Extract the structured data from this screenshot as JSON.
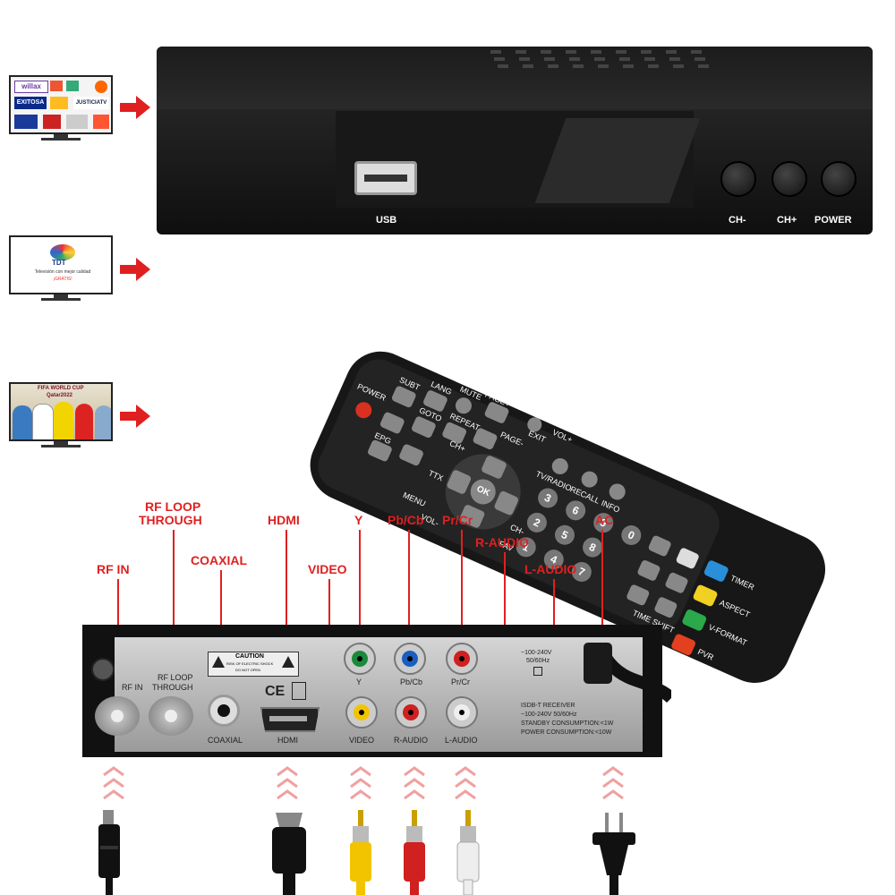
{
  "front": {
    "usb_label": "USB",
    "btn_ch_minus": "CH-",
    "btn_ch_plus": "CH+",
    "btn_power": "POWER"
  },
  "thumbnails": {
    "tv1_brand": "willax",
    "tv1_brand2": "EXITOSA",
    "tv1_brand3": "JUSTICIATV",
    "tv2_logo": "TDT",
    "tv2_text": "Televisión con mejor calidad",
    "tv2_text2": "¡GRATIS!",
    "tv3_text": "FIFA WORLD CUP",
    "tv3_text2": "Qatar2022"
  },
  "remote": {
    "power": "POWER",
    "subt": "SUBT",
    "lang": "LANG",
    "mute": "MUTE",
    "page_plus": "PAGE+",
    "epg": "EPG",
    "goto": "GOTO",
    "repeat": "REPEAT",
    "page_minus": "PAGE-",
    "exit": "EXIT",
    "vol_plus": "VOL+",
    "ch_plus": "CH+",
    "ok": "OK",
    "tvradio": "TV/RADIO",
    "recall": "RECALL",
    "info": "INFO",
    "ttx": "TTX",
    "menu": "MENU",
    "ch_minus": "CH-",
    "vol_minus": "VOL-",
    "fav": "FAV",
    "timer": "TIMER",
    "aspect": "ASPECT",
    "v_format": "V-FORMAT",
    "time_shift": "TIME SHIFT",
    "pvr": "PVR",
    "digits": [
      "1",
      "2",
      "3",
      "4",
      "5",
      "6",
      "7",
      "8",
      "9",
      "0"
    ]
  },
  "callouts": {
    "rf_in": "RF IN",
    "rf_loop_1": "RF LOOP",
    "rf_loop_2": "THROUGH",
    "coaxial": "COAXIAL",
    "hdmi": "HDMI",
    "video": "VIDEO",
    "y": "Y",
    "pb_cb": "Pb/Cb",
    "pr_cr": "Pr/Cr",
    "r_audio": "R-AUDIO",
    "l_audio": "L-AUDIO",
    "ac": "AC"
  },
  "back_panel": {
    "rf_in": "RF IN",
    "rf_loop_1": "RF LOOP",
    "rf_loop_2": "THROUGH",
    "coaxial": "COAXIAL",
    "caution_title": "CAUTION",
    "caution_line1": "RISK OF ELECTRIC SHOCK",
    "caution_line2": "DO NOT OPEN",
    "ce": "CE",
    "hdmi": "HDMI",
    "y": "Y",
    "pb_cb": "Pb/Cb",
    "pr_cr": "Pr/Cr",
    "video": "VIDEO",
    "r_audio": "R-AUDIO",
    "l_audio": "L-AUDIO",
    "power_rating_1": "~100-240V",
    "power_rating_2": "50/60Hz",
    "spec_1": "ISDB-T RECEIVER",
    "spec_2": "~100-240V 50/60Hz",
    "spec_3": "STANDBY CONSUMPTION:<1W",
    "spec_4": "POWER CONSUMPTION:<10W"
  },
  "colors": {
    "callout_red": "#e02020",
    "rca_green": "#1a8a3a",
    "rca_blue": "#1a5fc0",
    "rca_red": "#d02020",
    "rca_yellow": "#f2c400",
    "rca_white": "#eeeeee"
  }
}
